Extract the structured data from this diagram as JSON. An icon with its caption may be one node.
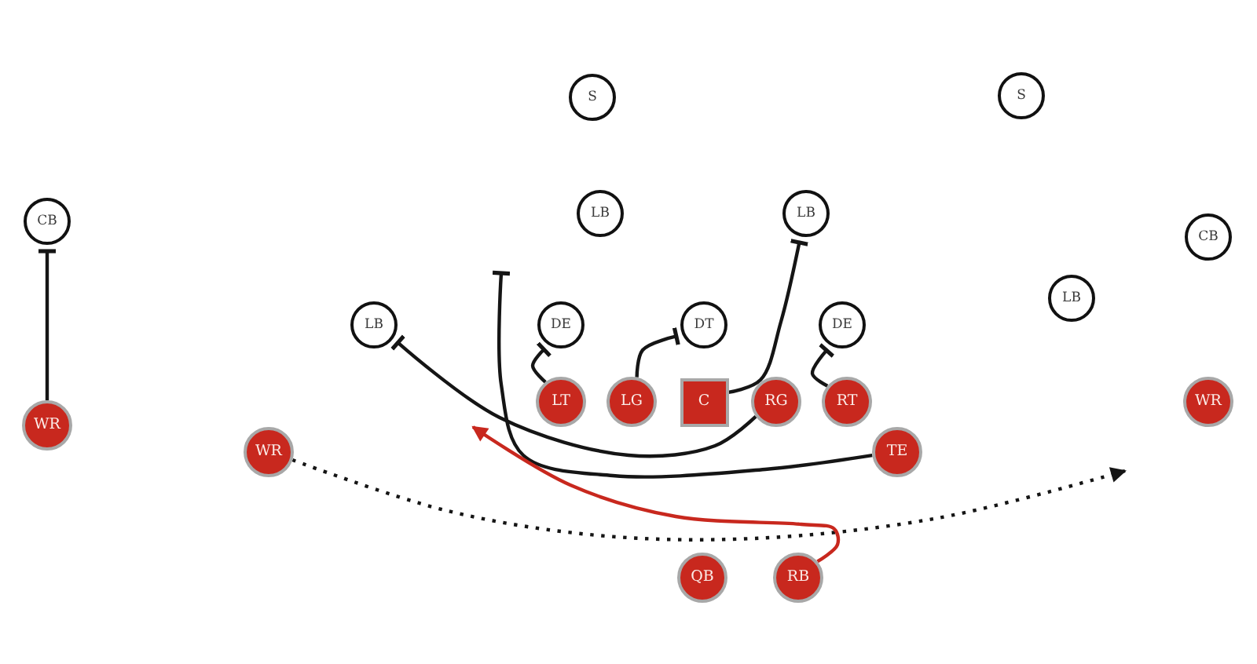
{
  "diagram": {
    "nodes": [
      {
        "text": [
          "S"
        ]
      },
      {
        "text": [
          "S"
        ]
      },
      {
        "text": [
          "LB"
        ]
      },
      {
        "text": [
          "LB"
        ]
      },
      {
        "text": [
          "CB"
        ]
      },
      {
        "text": [
          "CB"
        ]
      },
      {
        "text": [
          "LB"
        ]
      },
      {
        "text": [
          "LB"
        ]
      },
      {
        "text": [
          "DE"
        ]
      },
      {
        "text": [
          "DT"
        ]
      },
      {
        "text": [
          "DE"
        ]
      },
      {
        "text": [
          "LT"
        ]
      },
      {
        "text": [
          "LG"
        ]
      },
      {
        "text": [
          "C"
        ]
      },
      {
        "text": [
          "RG"
        ]
      },
      {
        "text": [
          "RT"
        ]
      },
      {
        "text": [
          "WR"
        ]
      },
      {
        "text": [
          "WR"
        ]
      },
      {
        "text": [
          "WR"
        ]
      },
      {
        "text": [
          "TE"
        ]
      },
      {
        "text": [
          "QB"
        ]
      },
      {
        "text": [
          "RB"
        ]
      }
    ],
    "edges": [
      {
        "from": 17,
        "to": 4,
        "arrow": "other"
      },
      {
        "from": 11,
        "to": 8,
        "arrow": "other"
      },
      {
        "from": 12,
        "to": 9,
        "arrow": "other"
      },
      {
        "from": 13,
        "to": 3,
        "arrow": "other"
      },
      {
        "from": 15,
        "to": 10,
        "arrow": "other"
      },
      {
        "from": 14,
        "to": 7,
        "arrow": "other"
      },
      {
        "from": 19,
        "to": null,
        "arrow": "other"
      },
      {
        "from": 18,
        "to": null,
        "arrow": "to",
        "style": "dashed"
      },
      {
        "from": 21,
        "to": null,
        "arrow": "to",
        "color": "#c8281e"
      }
    ]
  }
}
